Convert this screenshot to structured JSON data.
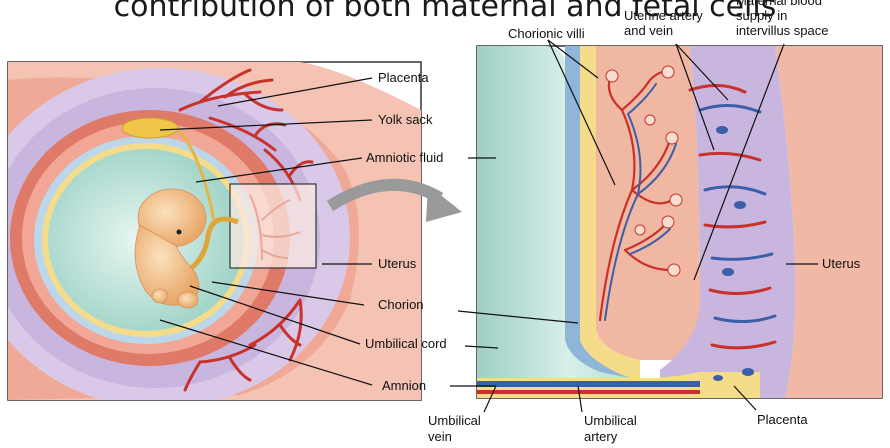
{
  "slide": {
    "title": "contribution of both maternal and fetal cells"
  },
  "labels": {
    "placenta_left": "Placenta",
    "yolk_sack": "Yolk sack",
    "amniotic_fluid": "Amniotic fluid",
    "uterus_left": "Uterus",
    "chorion": "Chorion",
    "umbilical_cord": "Umbilical cord",
    "amnion": "Amnion",
    "chorionic_villi": "Chorionic villi",
    "uterine_artery_line1": "Uterine artery",
    "uterine_artery_line2": "and vein",
    "blood_supply_line1": "Maternal blood",
    "blood_supply_line2": "supply in",
    "blood_supply_line3": "intervillus space",
    "uterus_right": "Uterus",
    "umbilical_vein_line1": "Umbilical",
    "umbilical_vein_line2": "vein",
    "umbilical_artery_line1": "Umbilical",
    "umbilical_artery_line2": "artery",
    "placenta_right": "Placenta"
  },
  "colors": {
    "uterus_wall": "#f2b8a6",
    "placenta_purple": "#cbb8e0",
    "amniotic_fluid": "#bfe3dc",
    "blood_red": "#c8322a",
    "vein_blue": "#3d5ea8",
    "chorion_yellow": "#f5dc8a",
    "embryo": "#f3c48f"
  }
}
